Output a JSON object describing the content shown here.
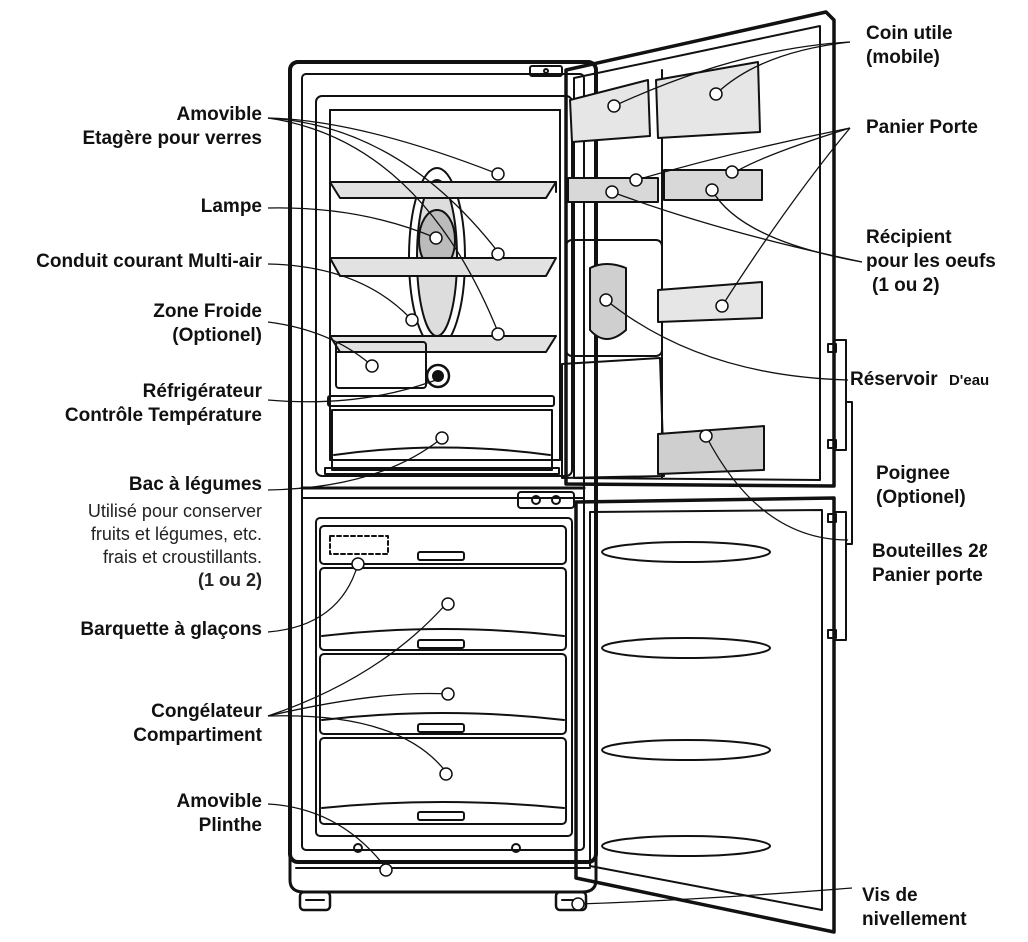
{
  "labels": {
    "amovible_verres": [
      "Amovible",
      "Etagère pour verres"
    ],
    "lampe": [
      "Lampe"
    ],
    "conduit": [
      "Conduit courant Multi-air"
    ],
    "zone_froide": [
      "Zone Froide",
      "(Optionel)"
    ],
    "refrigerateur": [
      "Réfrigérateur",
      "Contrôle Température"
    ],
    "bac_legumes": [
      "Bac à légumes"
    ],
    "bac_desc": [
      "Utilisé pour conserver",
      "fruits et légumes, etc.",
      "frais et croustillants."
    ],
    "bac_count": "(1 ou 2)",
    "barquette": [
      "Barquette à glaçons"
    ],
    "congelateur": [
      "Congélateur",
      "Compartiment"
    ],
    "amovible_plinthe": [
      "Amovible",
      "Plinthe"
    ],
    "coin_utile": [
      "Coin utile",
      "(mobile)"
    ],
    "panier_porte": [
      "Panier Porte"
    ],
    "recipient": [
      "Récipient",
      "pour les oeufs",
      "(1 ou 2)"
    ],
    "reservoir": [
      "Réservoir",
      "D'eau"
    ],
    "poignee": [
      "Poignee",
      "(Optionel)"
    ],
    "bouteilles": [
      "Bouteilles 2ℓ",
      "Panier porte"
    ],
    "vis": [
      "Vis de",
      "nivellement"
    ]
  }
}
